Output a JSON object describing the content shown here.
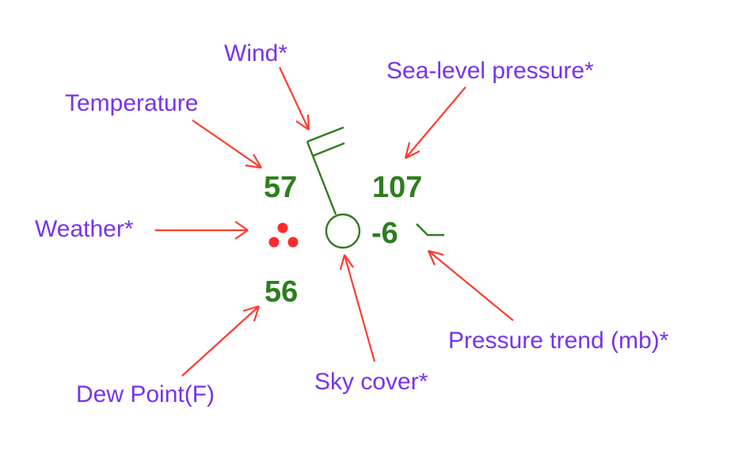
{
  "colors": {
    "label": "#7733ee",
    "value": "#2e7d1e",
    "arrow": "#ff3b2f",
    "weather_symbol": "#ff2a2a",
    "station_symbol": "#2e7d1e"
  },
  "labels": {
    "wind": "Wind*",
    "sea_level_pressure": "Sea-level pressure*",
    "temperature": "Temperature",
    "weather": "Weather*",
    "pressure_trend": "Pressure trend (mb)*",
    "sky_cover": "Sky cover*",
    "dew_point": "Dew Point(F)"
  },
  "values": {
    "temperature": "57",
    "sea_level_pressure": "107",
    "pressure_trend": "-6",
    "dew_point": "56"
  },
  "symbols": {
    "sky_cover": "empty-circle",
    "wind": "wind-barb",
    "weather": "three-dots",
    "pressure_trend": "falling-then-steady"
  }
}
